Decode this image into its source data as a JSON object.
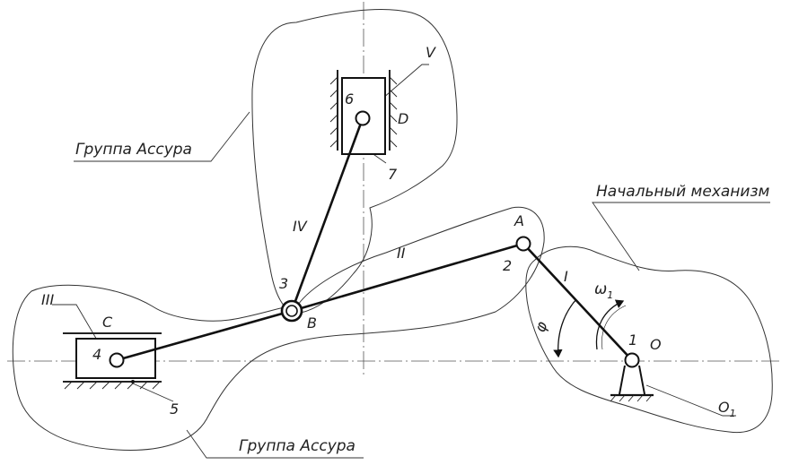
{
  "labels": {
    "group_assur_top": "Группа Ассура",
    "group_assur_bottom": "Группа Ассура",
    "initial_mechanism": "Начальный механизм",
    "link_I": "I",
    "link_II": "II",
    "link_III": "III",
    "link_IV": "IV",
    "link_V": "V",
    "point_A": "A",
    "point_B": "B",
    "point_C": "C",
    "point_D": "D",
    "point_O": "O",
    "point_O1": "O",
    "point_O1_sub": "1",
    "num_1": "1",
    "num_2": "2",
    "num_3": "3",
    "num_4": "4",
    "num_5": "5",
    "num_6": "6",
    "num_7": "7",
    "omega": "ω",
    "omega_sub": "1",
    "phi": "φ"
  },
  "colors": {
    "line": "#111111",
    "background": "#ffffff"
  }
}
